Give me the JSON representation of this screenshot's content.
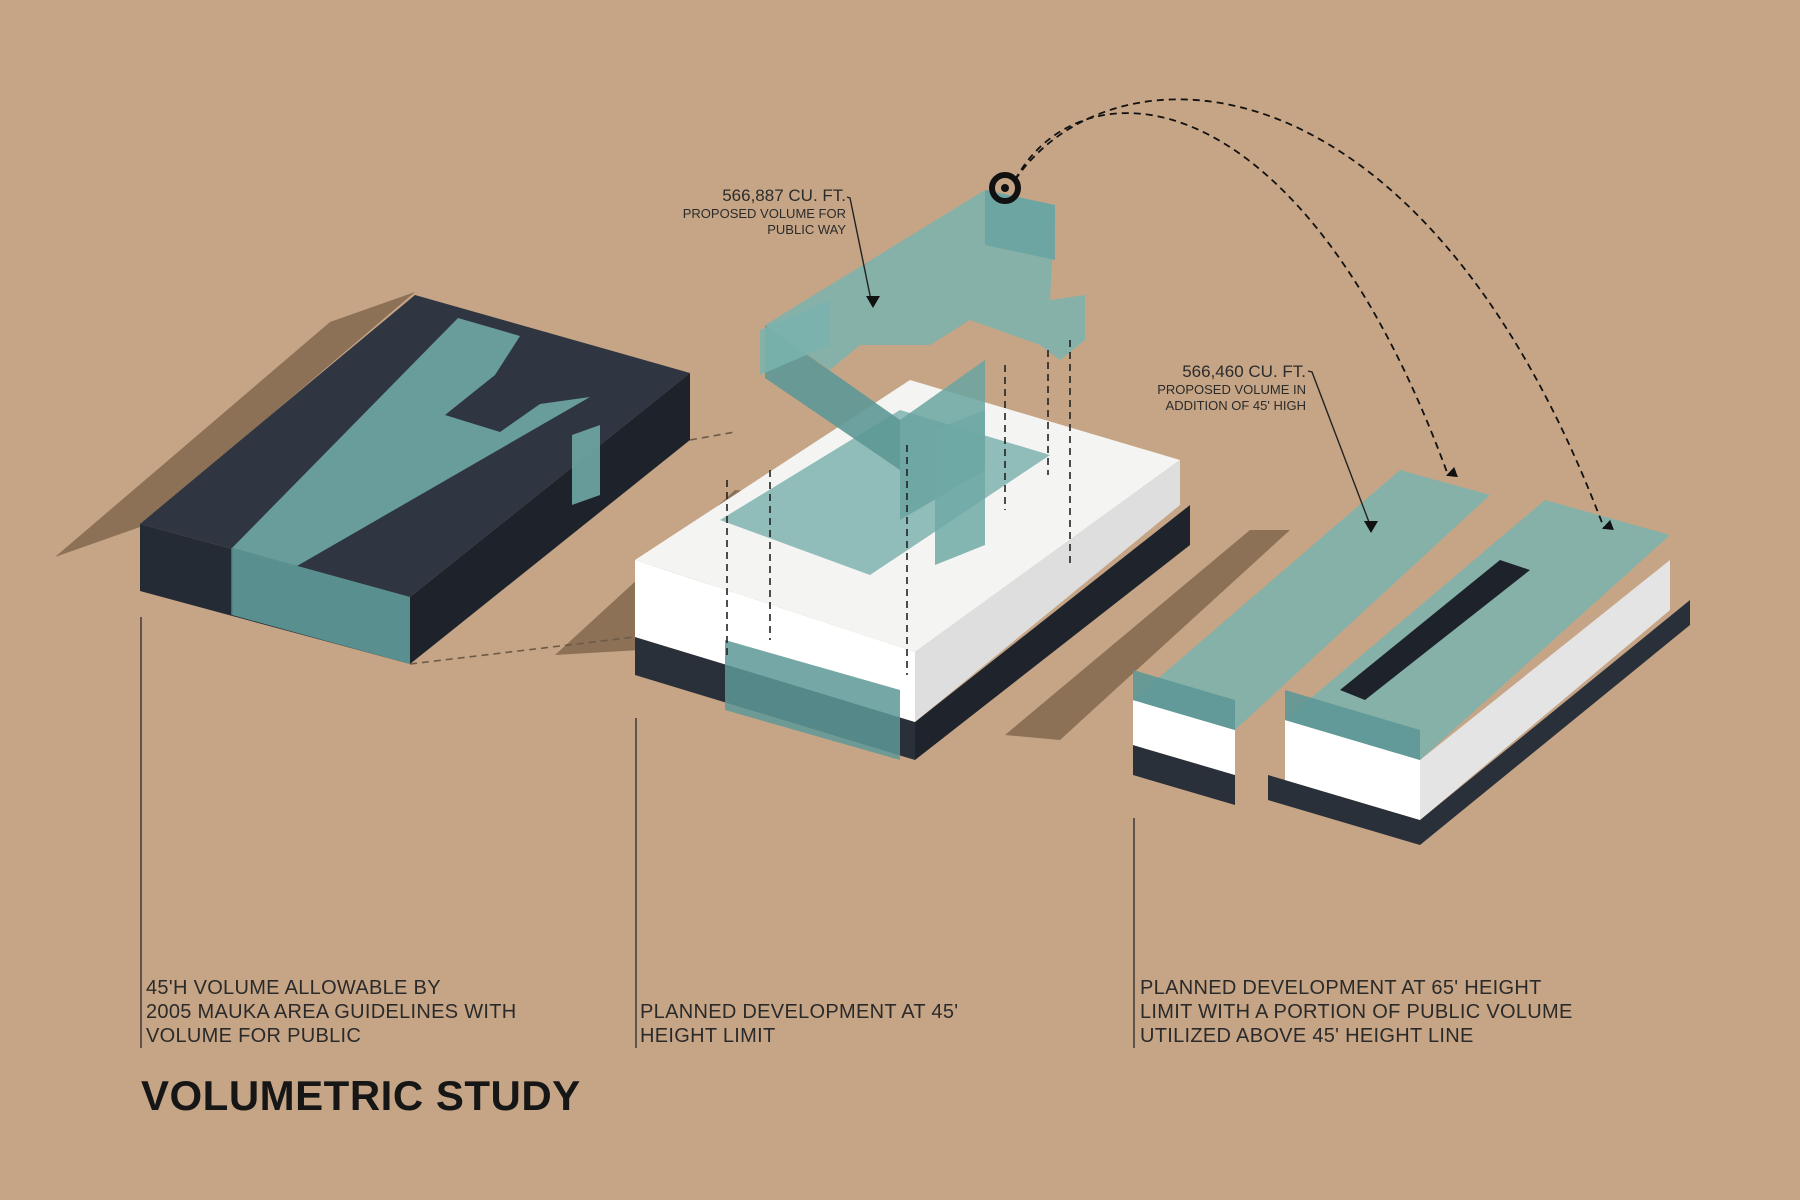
{
  "title": "VOLUMETRIC STUDY",
  "annotations": {
    "volume_a": {
      "value": "566,887 CU. FT.",
      "lines": [
        "PROPOSED VOLUME FOR",
        "PUBLIC WAY"
      ]
    },
    "volume_b": {
      "value": "566,460 CU. FT.",
      "lines": [
        "PROPOSED VOLUME IN",
        "ADDITION OF 45' HIGH"
      ]
    }
  },
  "captions": [
    {
      "lines": [
        "45'H VOLUME ALLOWABLE BY",
        "2005 MAUKA AREA GUIDELINES WITH",
        "VOLUME FOR PUBLIC"
      ]
    },
    {
      "lines": [
        "PLANNED DEVELOPMENT AT 45'",
        "HEIGHT LIMIT"
      ]
    },
    {
      "lines": [
        "PLANNED DEVELOPMENT AT 65' HEIGHT",
        "LIMIT WITH A PORTION OF PUBLIC VOLUME",
        "UTILIZED ABOVE 45' HEIGHT LINE"
      ]
    }
  ],
  "colors": {
    "background": "#c6a586",
    "shadow": "#8c7156",
    "dark_base": "#2f3641",
    "glass": "#6fa9a6",
    "white_mass": "#ffffff",
    "text": "#2a2a2a"
  }
}
